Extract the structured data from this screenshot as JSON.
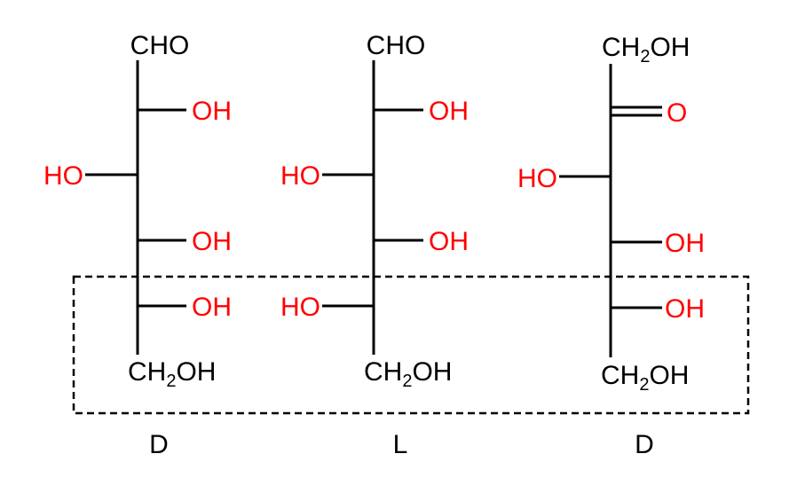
{
  "colors": {
    "bond": "#000000",
    "black_text": "#000000",
    "red_text": "#ff0000",
    "box_border": "#000000"
  },
  "structures": [
    {
      "top": "CHO",
      "rows": [
        {
          "side": "right",
          "label": "OH"
        },
        {
          "side": "left",
          "label": "HO"
        },
        {
          "side": "right",
          "label": "OH"
        },
        {
          "side": "right",
          "label": "OH"
        }
      ],
      "bottom": {
        "main": "CH",
        "sub": "2",
        "tail": "OH"
      },
      "config": "D"
    },
    {
      "top": "CHO",
      "rows": [
        {
          "side": "right",
          "label": "OH"
        },
        {
          "side": "left",
          "label": "HO"
        },
        {
          "side": "right",
          "label": "OH"
        },
        {
          "side": "left",
          "label": "HO"
        }
      ],
      "bottom": {
        "main": "CH",
        "sub": "2",
        "tail": "OH"
      },
      "config": "L"
    },
    {
      "top": {
        "main": "CH",
        "sub": "2",
        "tail": "OH"
      },
      "carbonyl": "O",
      "rows": [
        {
          "side": "left",
          "label": "HO"
        },
        {
          "side": "right",
          "label": "OH"
        },
        {
          "side": "right",
          "label": "OH"
        }
      ],
      "bottom": {
        "main": "CH",
        "sub": "2",
        "tail": "OH"
      },
      "config": "D"
    }
  ]
}
